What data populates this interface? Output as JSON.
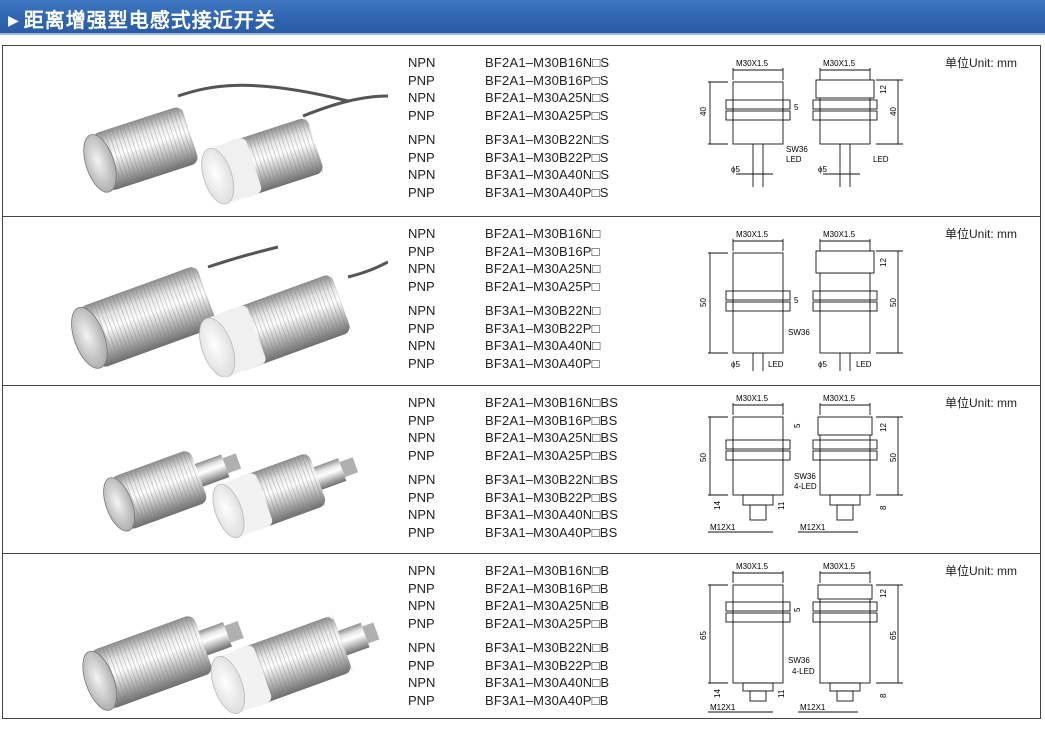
{
  "header": {
    "title": "距离增强型电感式接近开关",
    "arrow": "▶"
  },
  "unit_label": "单位Unit: mm",
  "rows": [
    {
      "models": [
        {
          "type": "NPN",
          "code": "BF2A1–M30B16N□S"
        },
        {
          "type": "PNP",
          "code": "BF2A1–M30B16P□S"
        },
        {
          "type": "NPN",
          "code": "BF2A1–M30A25N□S"
        },
        {
          "type": "PNP",
          "code": "BF2A1–M30A25P□S"
        },
        {
          "type": "NPN",
          "code": "BF3A1–M30B22N□S"
        },
        {
          "type": "PNP",
          "code": "BF3A1–M30B22P□S"
        },
        {
          "type": "NPN",
          "code": "BF3A1–M30A40N□S"
        },
        {
          "type": "PNP",
          "code": "BF3A1–M30A40P□S"
        }
      ],
      "dims": {
        "thread": "M30X1.5",
        "length": "40",
        "nut": "5",
        "cap": "12",
        "wrench": "SW36",
        "led": "LED",
        "cable": "ϕ5"
      }
    },
    {
      "models": [
        {
          "type": "NPN",
          "code": "BF2A1–M30B16N□"
        },
        {
          "type": "PNP",
          "code": "BF2A1–M30B16P□"
        },
        {
          "type": "NPN",
          "code": "BF2A1–M30A25N□"
        },
        {
          "type": "PNP",
          "code": "BF2A1–M30A25P□"
        },
        {
          "type": "NPN",
          "code": "BF3A1–M30B22N□"
        },
        {
          "type": "PNP",
          "code": "BF3A1–M30B22P□"
        },
        {
          "type": "NPN",
          "code": "BF3A1–M30A40N□"
        },
        {
          "type": "PNP",
          "code": "BF3A1–M30A40P□"
        }
      ],
      "dims": {
        "thread": "M30X1.5",
        "length": "50",
        "nut": "5",
        "cap": "12",
        "wrench": "SW36",
        "led": "LED",
        "cable": "ϕ5"
      }
    },
    {
      "models": [
        {
          "type": "NPN",
          "code": "BF2A1–M30B16N□BS"
        },
        {
          "type": "PNP",
          "code": "BF2A1–M30B16P□BS"
        },
        {
          "type": "NPN",
          "code": "BF2A1–M30A25N□BS"
        },
        {
          "type": "PNP",
          "code": "BF2A1–M30A25P□BS"
        },
        {
          "type": "NPN",
          "code": "BF3A1–M30B22N□BS"
        },
        {
          "type": "PNP",
          "code": "BF3A1–M30B22P□BS"
        },
        {
          "type": "NPN",
          "code": "BF3A1–M30A40N□BS"
        },
        {
          "type": "PNP",
          "code": "BF3A1–M30A40P□BS"
        }
      ],
      "dims": {
        "thread": "M30X1.5",
        "length": "50",
        "nut": "5",
        "cap": "12",
        "wrench": "SW36",
        "led": "4-LED",
        "conn_len": "11",
        "conn_len2": "14",
        "conn_len3": "8",
        "conn_thread": "M12X1"
      }
    },
    {
      "models": [
        {
          "type": "NPN",
          "code": "BF2A1–M30B16N□B"
        },
        {
          "type": "PNP",
          "code": "BF2A1–M30B16P□B"
        },
        {
          "type": "NPN",
          "code": "BF2A1–M30A25N□B"
        },
        {
          "type": "PNP",
          "code": "BF2A1–M30A25P□B"
        },
        {
          "type": "NPN",
          "code": "BF3A1–M30B22N□B"
        },
        {
          "type": "PNP",
          "code": "BF3A1–M30B22P□B"
        },
        {
          "type": "NPN",
          "code": "BF3A1–M30A40N□B"
        },
        {
          "type": "PNP",
          "code": "BF3A1–M30A40P□B"
        }
      ],
      "dims": {
        "thread": "M30X1.5",
        "length": "65",
        "nut": "5",
        "cap": "12",
        "wrench": "SW36",
        "led": "4-LED",
        "conn_len": "11",
        "conn_len2": "14",
        "conn_len3": "8",
        "conn_thread": "M12X1"
      }
    }
  ]
}
